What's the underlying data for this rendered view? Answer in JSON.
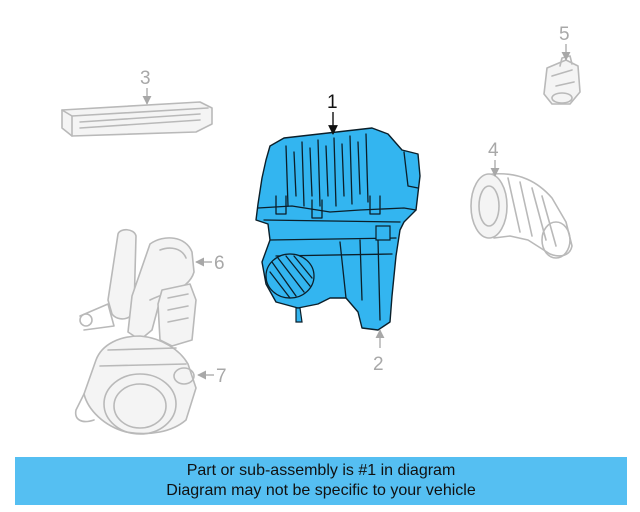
{
  "diagram": {
    "callouts": [
      "1",
      "2",
      "3",
      "4",
      "5",
      "6",
      "7"
    ],
    "highlight_color": "#33b5f0",
    "ghost_color": "#b9b9b9"
  },
  "banner": {
    "line1": "Part or sub-assembly is #1 in diagram",
    "line2": "Diagram may not be specific to your vehicle",
    "background": "#55bff2"
  }
}
